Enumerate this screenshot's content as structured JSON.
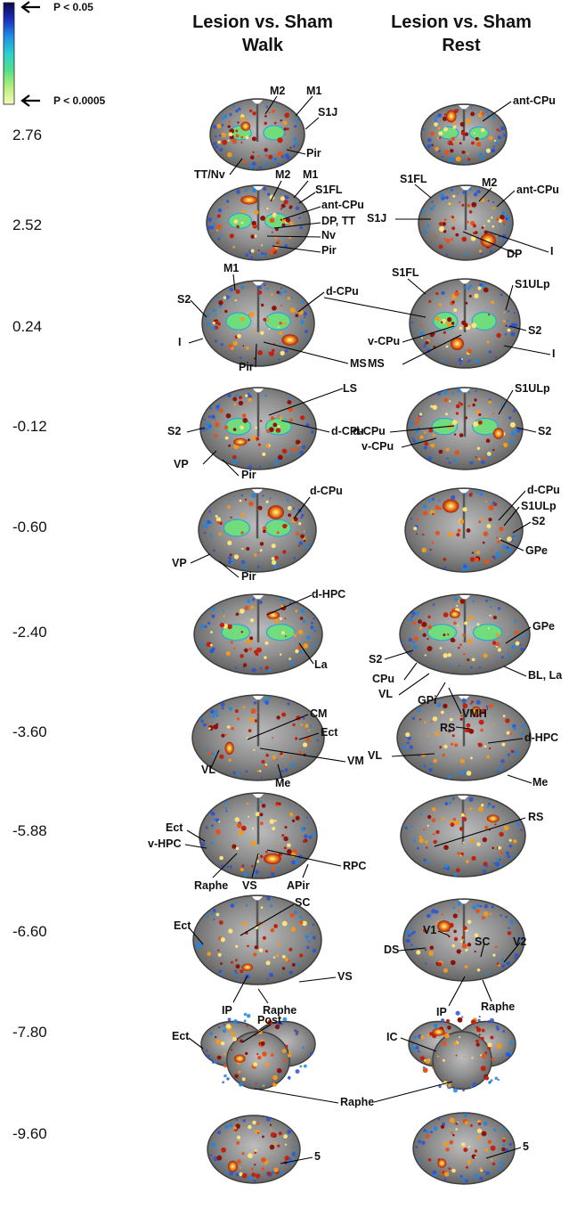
{
  "colorbar": {
    "top_label": "P < 0.05",
    "bottom_label": "P < 0.0005",
    "stops": [
      "#0a0a4a",
      "#1b2fc0",
      "#1f8fe6",
      "#2ccfd0",
      "#54e08a",
      "#b6ef7a",
      "#f6fbb8"
    ]
  },
  "columns": [
    {
      "line1": "Lesion vs. Sham",
      "line2": "Walk"
    },
    {
      "line1": "Lesion vs. Sham",
      "line2": "Rest"
    }
  ],
  "coordinates": [
    "2.76",
    "2.52",
    "0.24",
    "-0.12",
    "-0.60",
    "-2.40",
    "-3.60",
    "-5.88",
    "-6.60",
    "-7.80",
    "-9.60"
  ],
  "labels": {
    "walk": [
      [
        "M2",
        "M1",
        "S1J",
        "Pir",
        "TT/Nv"
      ],
      [
        "M2",
        "M1",
        "S1FL",
        "ant-CPu",
        "DP, TT",
        "Nv",
        "Pir"
      ],
      [
        "M1",
        "S2",
        "I",
        "Pir",
        "d-CPu",
        "MS"
      ],
      [
        "LS",
        "S2",
        "VP",
        "Pir",
        "d-CPu"
      ],
      [
        "d-CPu",
        "VP",
        "Pir"
      ],
      [
        "d-HPC",
        "La"
      ],
      [
        "CM",
        "Ect",
        "VM",
        "VL",
        "Me"
      ],
      [
        "Ect",
        "v-HPC",
        "Raphe",
        "VS",
        "APir",
        "RPC"
      ],
      [
        "SC",
        "Ect",
        "VS",
        "IP",
        "Raphe"
      ],
      [
        "Post",
        "Ect",
        "Raphe"
      ],
      [
        "5"
      ]
    ],
    "rest": [
      [
        "ant-CPu"
      ],
      [
        "S1FL",
        "M2",
        "ant-CPu",
        "S1J",
        "I",
        "DP"
      ],
      [
        "S1FL",
        "S1ULp",
        "d-CPu",
        "S2",
        "v-CPu",
        "MS",
        "I"
      ],
      [
        "S1ULp",
        "d-CPu",
        "S2",
        "v-CPu"
      ],
      [
        "d-CPu",
        "S1ULp",
        "S2",
        "GPe"
      ],
      [
        "GPe",
        "S2",
        "CPu",
        "BL, La",
        "VL",
        "GPi",
        "VMH"
      ],
      [
        "RS",
        "d-HPC",
        "VL",
        "Me"
      ],
      [
        "RS"
      ],
      [
        "V1",
        "SC",
        "V2",
        "DS",
        "IP",
        "Raphe"
      ],
      [
        "IC"
      ],
      [
        "5"
      ]
    ]
  }
}
